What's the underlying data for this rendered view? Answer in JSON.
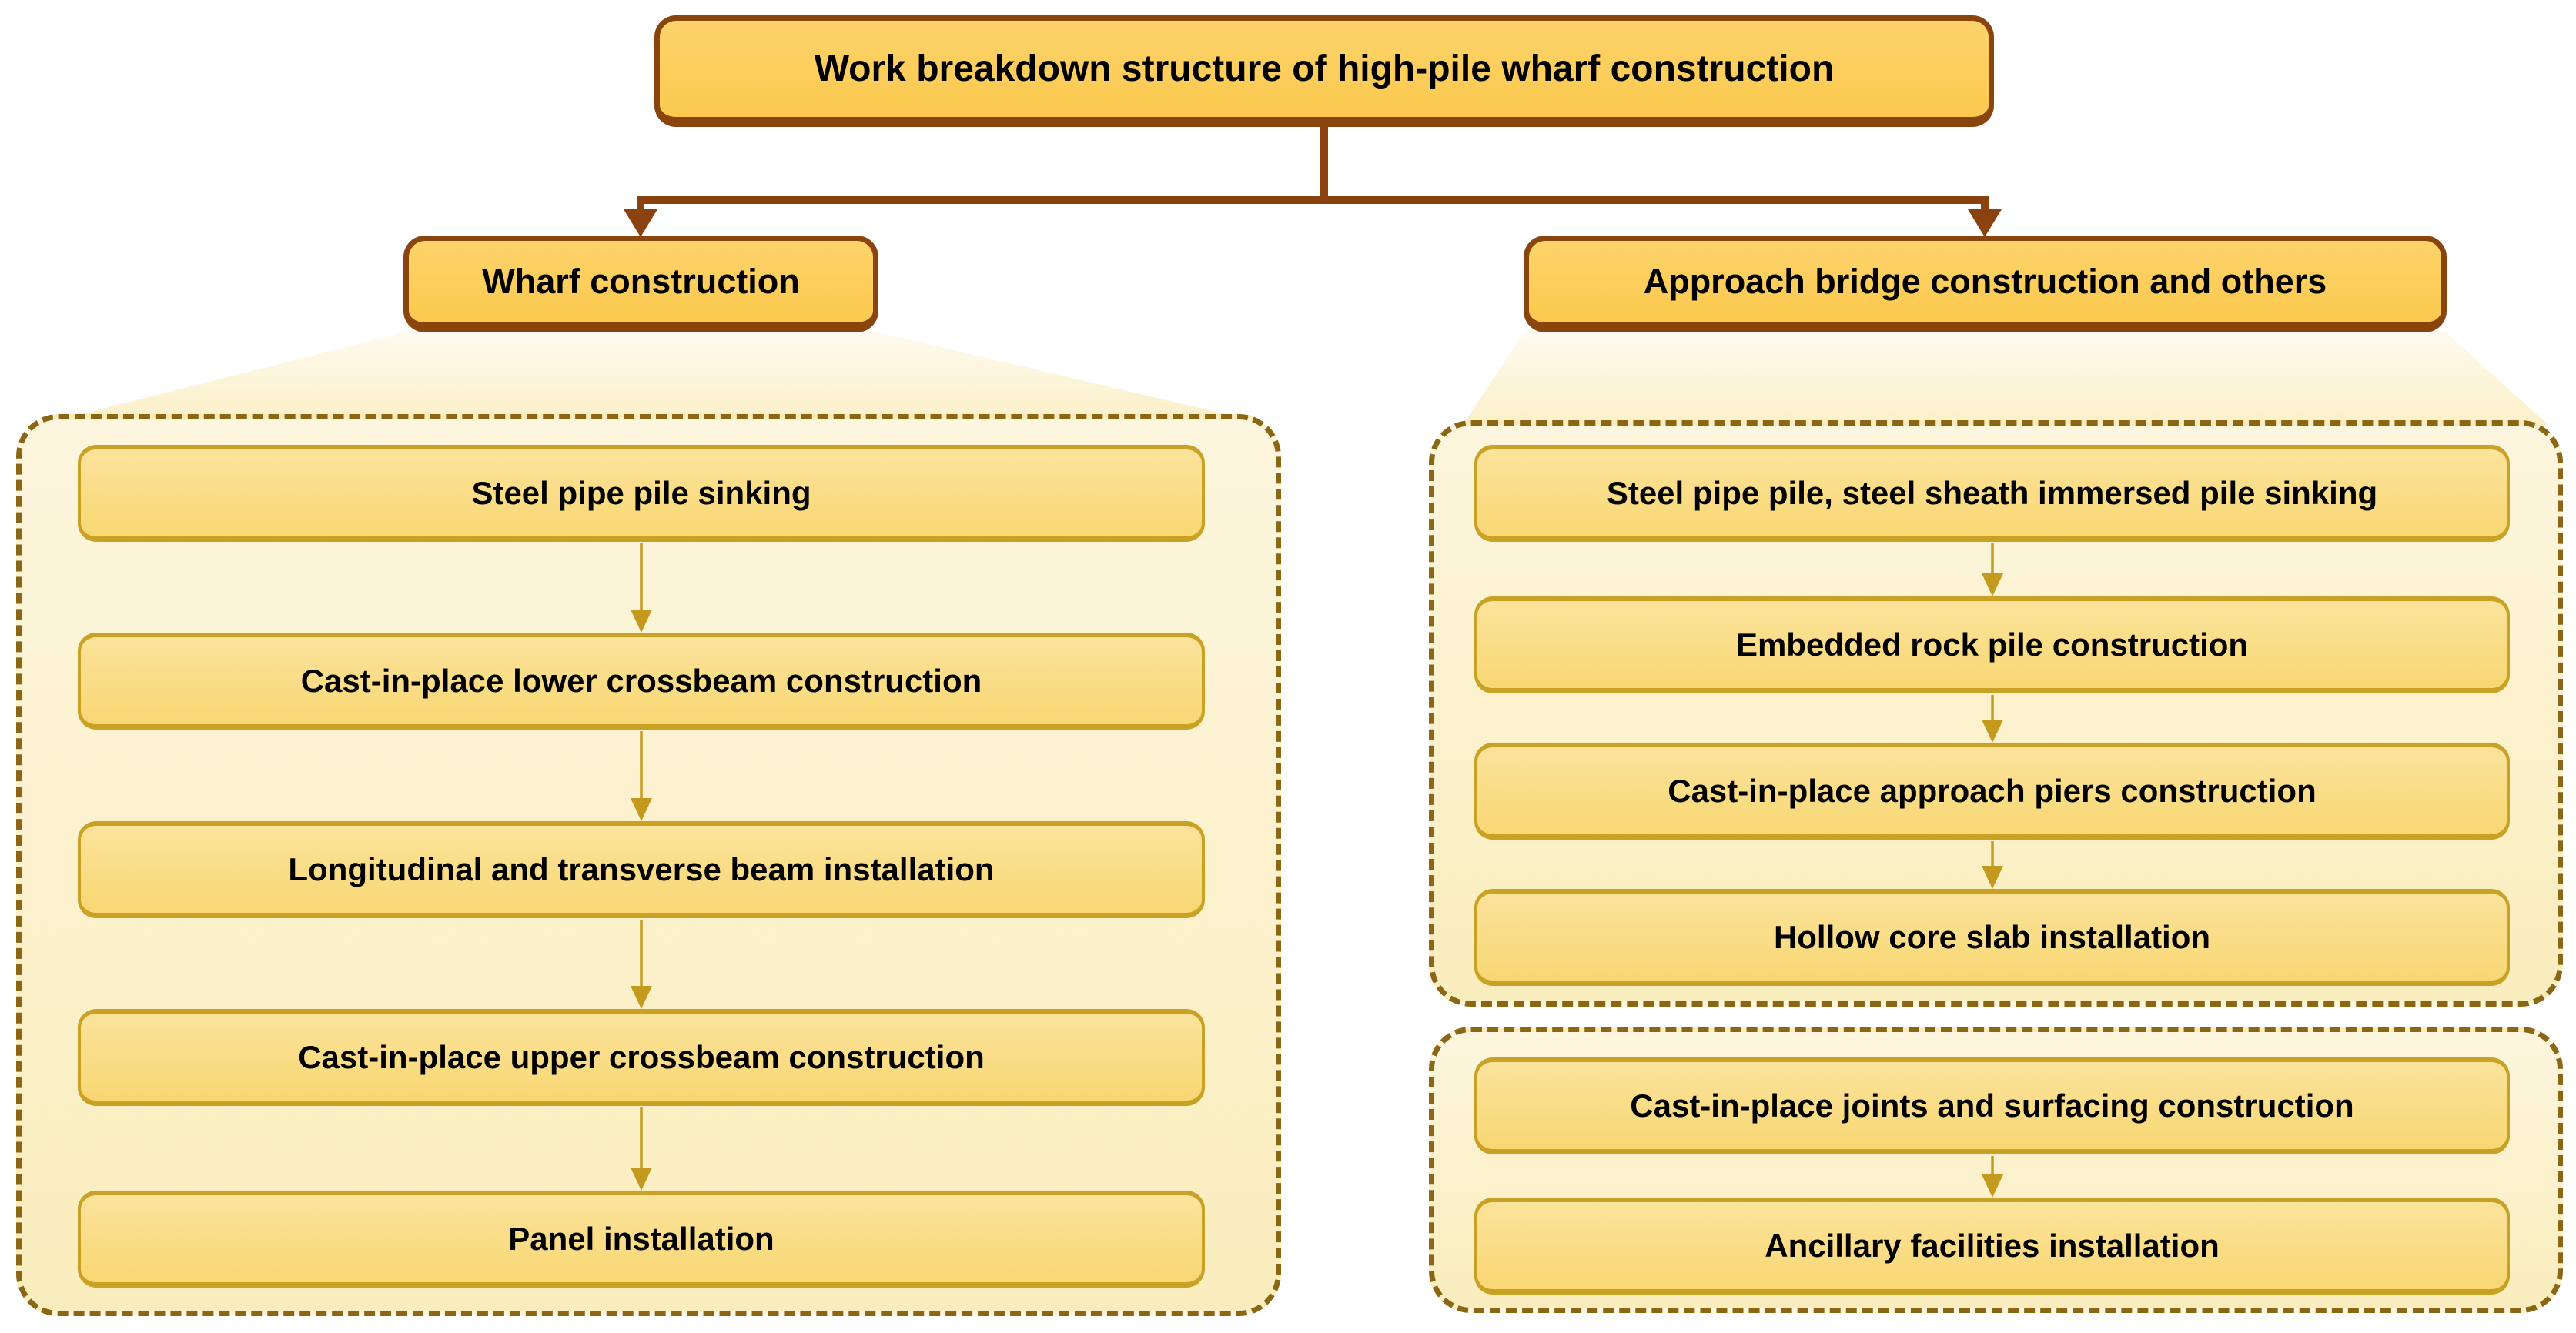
{
  "diagram": {
    "title": "Work breakdown structure of high-pile wharf construction",
    "branches": [
      {
        "label": "Wharf construction",
        "groups": [
          {
            "steps": [
              "Steel pipe pile sinking",
              "Cast-in-place lower crossbeam construction",
              "Longitudinal and transverse beam installation",
              "Cast-in-place upper crossbeam construction",
              "Panel installation"
            ]
          }
        ]
      },
      {
        "label": "Approach bridge construction and others",
        "groups": [
          {
            "steps": [
              "Steel pipe pile, steel sheath immersed pile sinking",
              "Embedded rock pile construction",
              "Cast-in-place approach piers construction",
              "Hollow core slab installation"
            ]
          },
          {
            "steps": [
              "Cast-in-place joints and surfacing construction",
              "Ancillary facilities installation"
            ]
          }
        ]
      }
    ],
    "colors": {
      "background": "#FFFFFF",
      "text": "#000000",
      "node_fill_top": "#FDD36B",
      "node_fill_bottom": "#FBC94E",
      "node_border": "#8A450F",
      "connector": "#8A430F",
      "step_fill_top": "#FBE39C",
      "step_fill_bottom": "#F8D773",
      "step_border": "#C9A125",
      "step_arrow": "#C49A1E",
      "group_fill_top": "#FDF6DE",
      "group_fill_bottom": "#FAEDBD",
      "group_border": "#8B6614"
    }
  }
}
